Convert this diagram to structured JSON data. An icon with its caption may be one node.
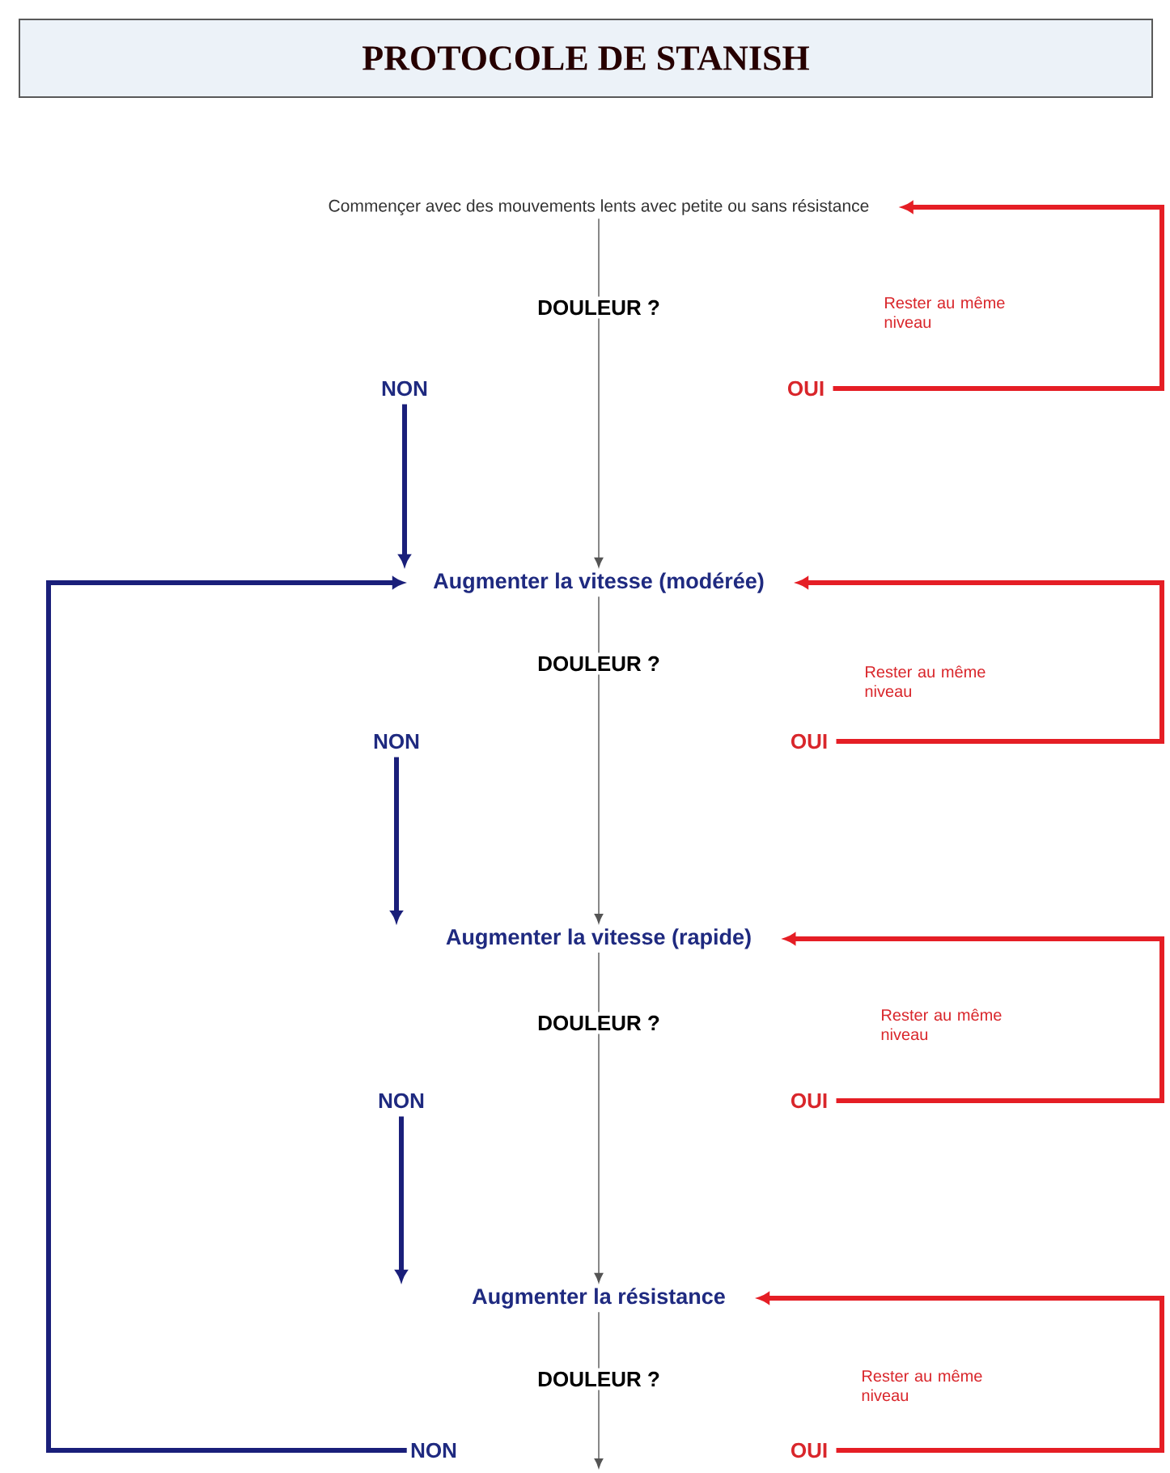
{
  "diagram": {
    "title": "PROTOCOLE DE STANISH",
    "nodes": [
      {
        "text": [
          "Commençer avec des mouvements lents avec petite ou sans résistance"
        ]
      },
      {
        "text": [
          "DOULEUR ?"
        ]
      },
      {
        "text": [
          "NON"
        ]
      },
      {
        "text": [
          "OUI"
        ]
      },
      {
        "text": [
          "Augmenter la vitesse (modérée)"
        ]
      },
      {
        "text": [
          "DOULEUR ?"
        ]
      },
      {
        "text": [
          "NON"
        ]
      },
      {
        "text": [
          "OUI"
        ]
      },
      {
        "text": [
          "Augmenter la vitesse (rapide)"
        ]
      },
      {
        "text": [
          "DOULEUR ?"
        ]
      },
      {
        "text": [
          "NON"
        ]
      },
      {
        "text": [
          "OUI"
        ]
      },
      {
        "text": [
          "Augmenter la résistance"
        ]
      },
      {
        "text": [
          "DOULEUR ?"
        ]
      },
      {
        "text": [
          "NON"
        ]
      },
      {
        "text": [
          "OUI"
        ]
      }
    ],
    "edges": [
      {
        "from": 0,
        "to": 1,
        "arrow": "none"
      },
      {
        "from": 1,
        "to": 4,
        "arrow": "to"
      },
      {
        "from": 2,
        "to": 4,
        "arrow": "to",
        "style": "thick",
        "color": "#1a1f7a"
      },
      {
        "from": 3,
        "to": 0,
        "arrow": "to",
        "style": "thick",
        "color": "#e51e25",
        "label": "Rester au même niveau"
      },
      {
        "from": 4,
        "to": 5,
        "arrow": "none"
      },
      {
        "from": 5,
        "to": 8,
        "arrow": "to"
      },
      {
        "from": 6,
        "to": 8,
        "arrow": "to",
        "style": "thick",
        "color": "#1a1f7a"
      },
      {
        "from": 7,
        "to": 4,
        "arrow": "to",
        "style": "thick",
        "color": "#e51e25",
        "label": "Rester au même niveau"
      },
      {
        "from": 8,
        "to": 9,
        "arrow": "none"
      },
      {
        "from": 9,
        "to": 12,
        "arrow": "to"
      },
      {
        "from": 10,
        "to": 12,
        "arrow": "to",
        "style": "thick",
        "color": "#1a1f7a"
      },
      {
        "from": 11,
        "to": 8,
        "arrow": "to",
        "style": "thick",
        "color": "#e51e25",
        "label": "Rester au même niveau"
      },
      {
        "from": 12,
        "to": 13,
        "arrow": "none"
      },
      {
        "from": 13,
        "to": null,
        "arrow": "to"
      },
      {
        "from": 14,
        "to": 4,
        "arrow": "to",
        "style": "thick",
        "color": "#1a1f7a"
      },
      {
        "from": 15,
        "to": 12,
        "arrow": "to",
        "style": "thick",
        "color": "#e51e25",
        "label": "Rester au même niveau"
      }
    ]
  }
}
